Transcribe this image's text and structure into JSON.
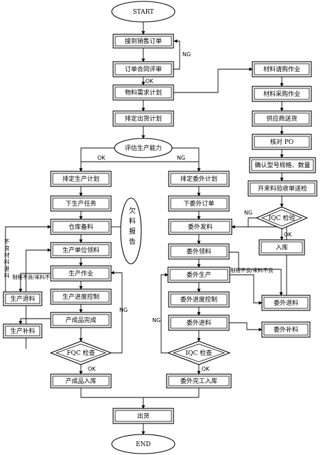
{
  "diagram": {
    "nodes": {
      "start": {
        "label": "START"
      },
      "receive_order": {
        "label": "接到销售订单"
      },
      "contract_review": {
        "label": "订单合同评审"
      },
      "material_plan": {
        "label": "物料需求计划"
      },
      "shipment_plan": {
        "label": "排定出货计划"
      },
      "evaluate_capacity": {
        "label": "评估生产能力"
      },
      "schedule_production": {
        "label": "排定生产计划"
      },
      "issue_task": {
        "label": "下生产任务"
      },
      "warehouse_prep": {
        "label": "仓库备料"
      },
      "unit_pick": {
        "label": "生产单位领料"
      },
      "production_work": {
        "label": "生产作业"
      },
      "production_progress": {
        "label": "生产进度控制"
      },
      "product_finished": {
        "label": "产成品完成"
      },
      "fqc_check": {
        "label": "FQC 检查"
      },
      "product_storage": {
        "label": "产成品入库"
      },
      "shortage_report": {
        "label": "欠料报告"
      },
      "production_return": {
        "label": "生产退料"
      },
      "production_supplement": {
        "label": "生产补料"
      },
      "schedule_outsource": {
        "label": "排定委外计划"
      },
      "issue_outsource_order": {
        "label": "下委外订单"
      },
      "outsource_dispatch": {
        "label": "委外发料"
      },
      "outsource_pick": {
        "label": "委外领料"
      },
      "outsource_production": {
        "label": "委外生产"
      },
      "outsource_progress": {
        "label": "委外进度控制"
      },
      "outsource_receipt": {
        "label": "委外进料"
      },
      "iqc_check_outsource": {
        "label": "IQC 检查"
      },
      "outsource_storage": {
        "label": "委外完工入库"
      },
      "material_request": {
        "label": "材料请购作业"
      },
      "material_purchase": {
        "label": "材料采购作业"
      },
      "supplier_delivery": {
        "label": "供应商送货"
      },
      "check_po": {
        "label": "核对 PO"
      },
      "confirm_spec": {
        "label": "确认型号规格、数量"
      },
      "receipt_inspect": {
        "label": "开来料验收单送检"
      },
      "iqc_inspect": {
        "label": "IQC 检验"
      },
      "warehouse_in": {
        "label": "入库"
      },
      "outsource_return": {
        "label": "委外退料"
      },
      "outsource_supplement": {
        "label": "委外补料"
      },
      "shipment": {
        "label": "出货"
      },
      "end": {
        "label": "END"
      }
    },
    "edge_labels": {
      "ng_review": "NG",
      "ok_review": "OK",
      "ok_capacity": "OK",
      "ng_capacity": "NG",
      "ng_fqc": "NG",
      "ok_fqc": "OK",
      "ng_iqc_outsource": "NG",
      "ok_iqc_outsource": "OK",
      "ng_iqc_material": "NG",
      "ok_iqc_material": "OK",
      "defect_left": "制程不良/来料不良",
      "defect_right": "制程不良/来料不良",
      "defect_vertical": "不良材料退料"
    }
  }
}
